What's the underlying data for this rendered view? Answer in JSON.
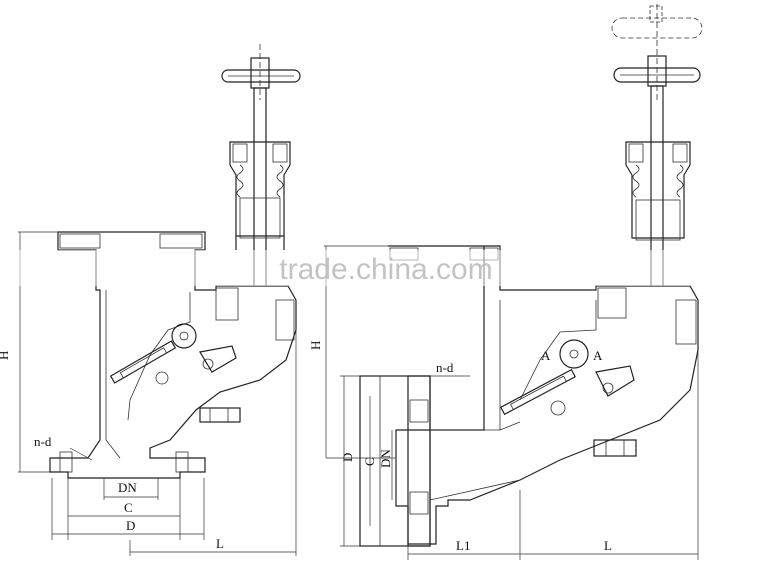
{
  "watermark": "trade.china.com",
  "left_view": {
    "dims": {
      "height": "H",
      "bolt_holes": "n-d",
      "nominal_diameter": "DN",
      "bolt_circle": "C",
      "flange_diameter": "D",
      "length": "L"
    }
  },
  "right_view": {
    "dims": {
      "height": "H",
      "bolt_holes": "n-d",
      "flange_diameter": "D",
      "bolt_circle": "C",
      "nominal_diameter": "DN",
      "length_1": "L1",
      "length": "L"
    },
    "section_marks": [
      "A",
      "A"
    ]
  }
}
